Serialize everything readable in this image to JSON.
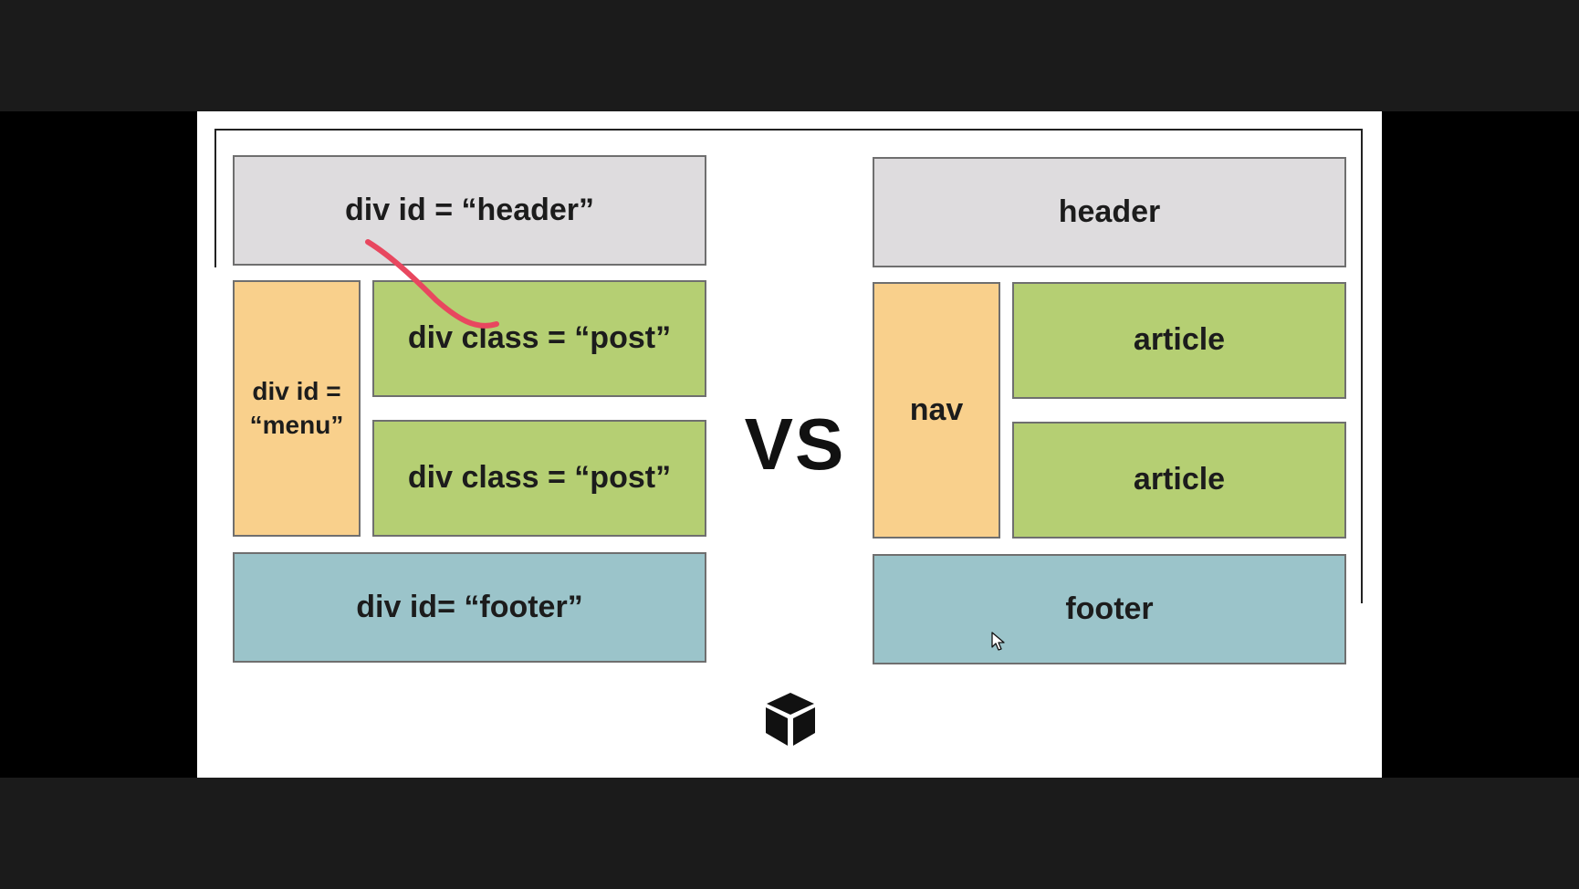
{
  "left_diagram": {
    "header": "div id = “header”",
    "menu": "div id =\n“menu”",
    "post_1": "div class = “post”",
    "post_2": "div class = “post”",
    "footer": "div id= “footer”"
  },
  "divider": {
    "label": "VS"
  },
  "right_diagram": {
    "header": "header",
    "nav": "nav",
    "article_1": "article",
    "article_2": "article",
    "footer": "footer"
  },
  "colors": {
    "header": "#dedcde",
    "nav": "#f9d08c",
    "article": "#b5cf73",
    "footer": "#9bc4ca",
    "annotation_stroke": "#e8475f"
  },
  "icons": {
    "logo": "cube-logo-icon",
    "cursor": "mouse-pointer-icon"
  }
}
